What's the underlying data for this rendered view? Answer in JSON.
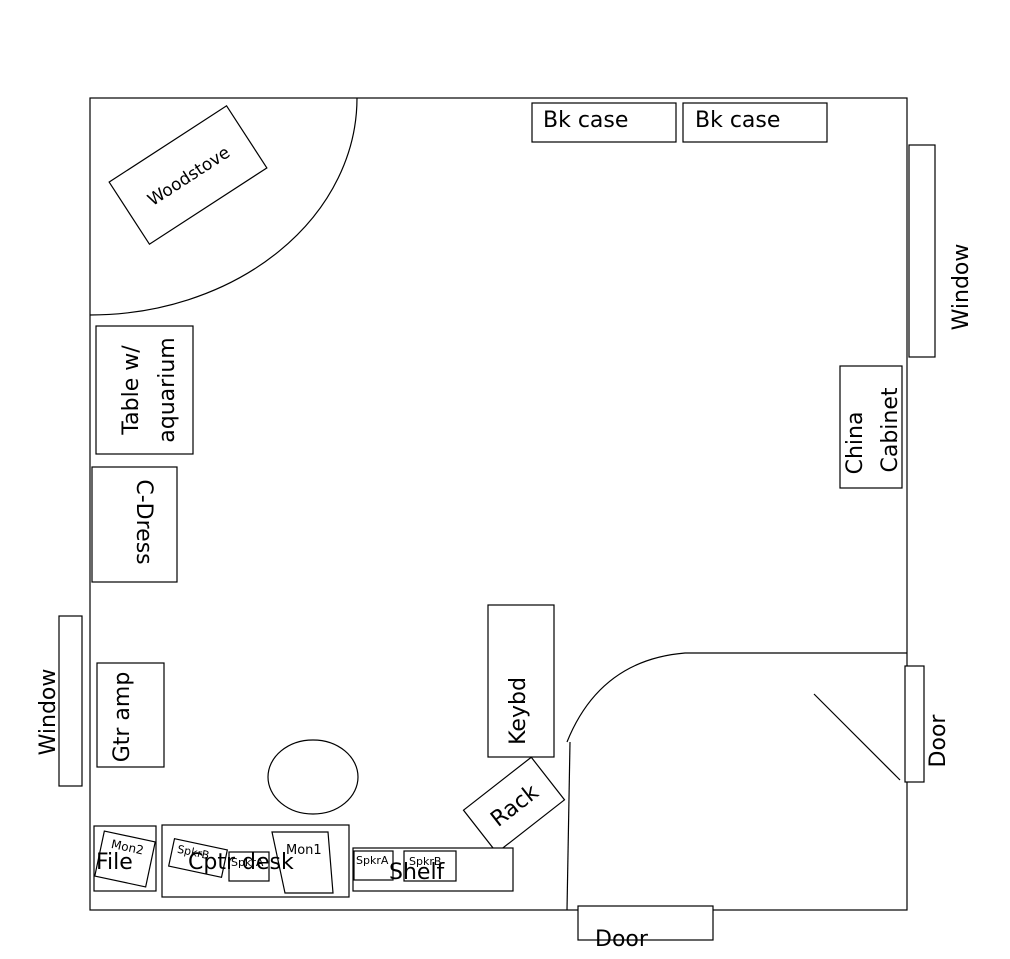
{
  "labels": {
    "woodstove": "Woodstove",
    "bk_case_1": "Bk case",
    "bk_case_2": "Bk case",
    "window_right": "Window",
    "china_cabinet_line1": "China",
    "china_cabinet_line2": "Cabinet",
    "table_line1": "Table w/",
    "table_line2": "aquarium",
    "c_dress": "C-Dress",
    "window_left": "Window",
    "gtr_amp": "Gtr amp",
    "keybd": "Keybd",
    "rack": "Rack",
    "door_right": "Door",
    "door_bottom": "Door",
    "file": "File",
    "mon2": "Mon2",
    "cptr_desk": "Cptr desk",
    "spkr_b_desk": "SpkrB",
    "spkr_a_desk": "SpkrA",
    "mon1": "Mon1",
    "spkr_a_shelf": "SpkrA",
    "spkr_b_shelf": "SpkrB",
    "shelf": "Shelf"
  }
}
